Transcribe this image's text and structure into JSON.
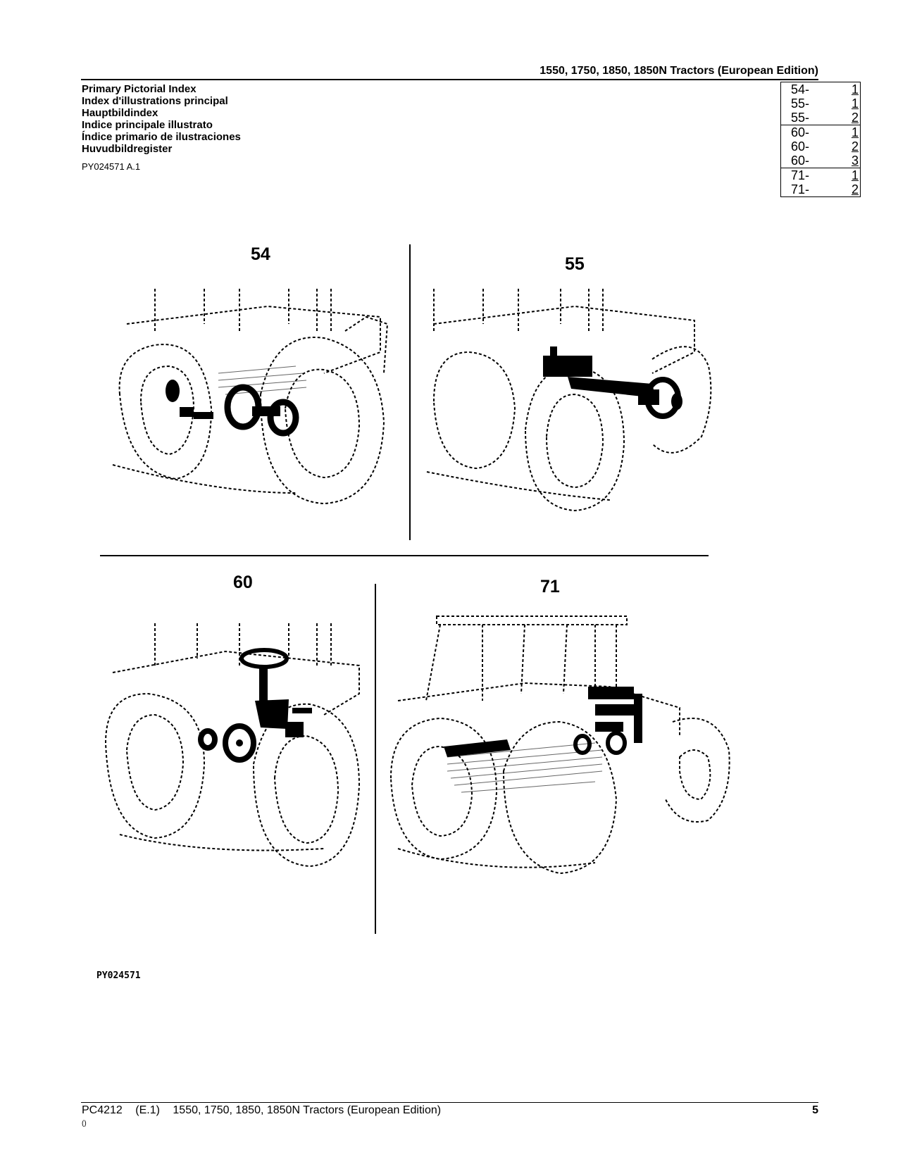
{
  "header": {
    "title": "1550, 1750, 1850, 1850N Tractors (European Edition)"
  },
  "index_titles": [
    "Primary Pictorial Index",
    "Index d'illustrations principal",
    "Hauptbildindex",
    "Indice principale illustrato",
    "Índice primario de ilustraciones",
    "Huvudbildregister"
  ],
  "ref_code": "PY024571 A.1",
  "ref_table": [
    [
      {
        "sec": "54-",
        "pg": "1"
      },
      {
        "sec": "55-",
        "pg": "1"
      },
      {
        "sec": "55-",
        "pg": "2"
      }
    ],
    [
      {
        "sec": "60-",
        "pg": "1"
      },
      {
        "sec": "60-",
        "pg": "2"
      },
      {
        "sec": "60-",
        "pg": "3"
      }
    ],
    [
      {
        "sec": "71-",
        "pg": "1"
      },
      {
        "sec": "71-",
        "pg": "2"
      }
    ]
  ],
  "panels": {
    "p54": "54",
    "p55": "55",
    "p60": "60",
    "p71": "71"
  },
  "picture_label": "PY024571",
  "footer": {
    "code": "PC4212",
    "edition": "(E.1)",
    "title": "1550, 1750, 1850, 1850N Tractors (European Edition)",
    "page": "5",
    "small": "()"
  }
}
